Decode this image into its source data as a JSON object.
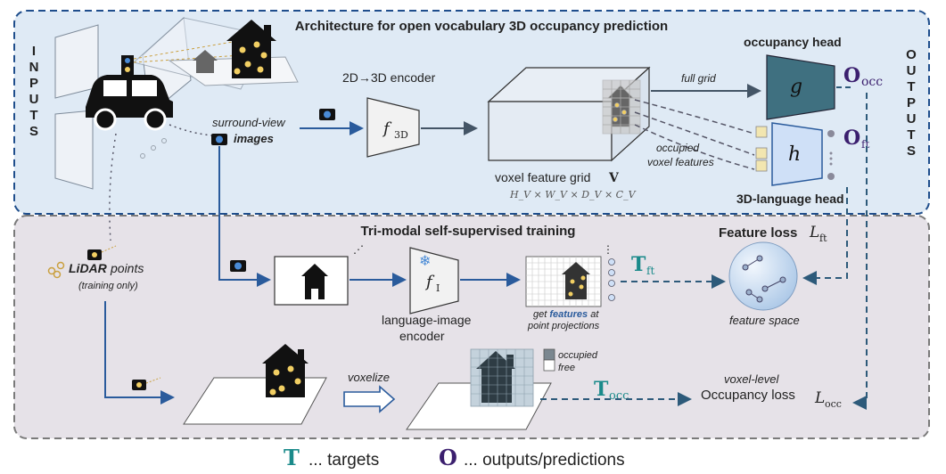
{
  "top_panel": {
    "title": "Architecture for open vocabulary 3D occupancy prediction",
    "inputs_label": [
      "I",
      "N",
      "P",
      "U",
      "T",
      "S"
    ],
    "outputs_label": [
      "O",
      "U",
      "T",
      "P",
      "U",
      "T",
      "S"
    ],
    "surround_view_1": "surround-view",
    "surround_view_2": "images",
    "encoder_label": "2D→3D encoder",
    "f3d": "f",
    "f3d_sub": "3D",
    "full_grid": "full grid",
    "occupancy_head": "occupancy head",
    "g": "g",
    "h": "h",
    "O_occ": "O",
    "O_occ_sub": "occ",
    "O_ft": "O",
    "O_ft_sub": "ft",
    "voxel_grid_label": "voxel feature grid",
    "voxel_grid_symbol": "V",
    "voxel_dims": "H_V × W_V × D_V × C_V",
    "occupied_1": "occupied",
    "occupied_2": "voxel features",
    "language_head": "3D-language head"
  },
  "bottom_panel": {
    "title": "Tri-modal self-supervised training",
    "lidar_1": "LiDAR",
    "lidar_2": "points",
    "lidar_3": "(training only)",
    "fI": "f",
    "fI_sub": "I",
    "lang_enc_1": "language-image",
    "lang_enc_2": "encoder",
    "get_features_1": "get",
    "get_features_2": "features",
    "get_features_3": "at",
    "get_features_4": "point projections",
    "T_ft": "T",
    "T_ft_sub": "ft",
    "feature_loss": "Feature loss",
    "L_ft": "L",
    "L_ft_sub": "ft",
    "feature_space": "feature space",
    "voxelize": "voxelize",
    "occupied": "occupied",
    "free": "free",
    "T_occ": "T",
    "T_occ_sub": "occ",
    "voxel_level": "voxel-level",
    "occupancy_loss": "Occupancy loss",
    "L_occ": "L",
    "L_occ_sub": "occ"
  },
  "legend": {
    "T": "T",
    "T_text": "... targets",
    "O": "O",
    "O_text": "... outputs/predictions"
  },
  "colors": {
    "top_bg": "#dfeaf5",
    "top_border": "#1f4e8c",
    "bottom_bg": "#e6e2e8",
    "bottom_border": "#7a7a7a",
    "teal": "#1a8a8a",
    "purple": "#3b1f6e",
    "blue_arrow": "#2a5b9c",
    "g_fill": "#3f7080",
    "h_fill": "#cfe0f7"
  }
}
